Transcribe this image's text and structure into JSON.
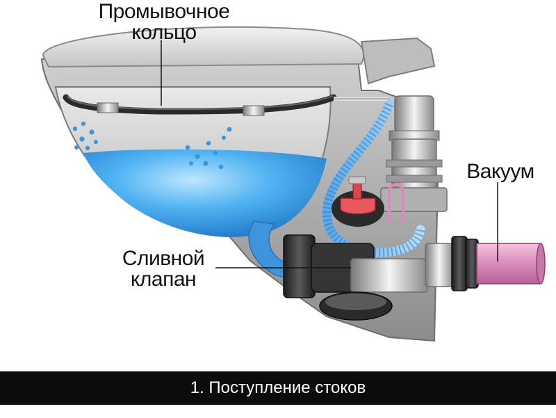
{
  "labels": {
    "flush_ring_line1": "Промывочное",
    "flush_ring_line2": "кольцо",
    "drain_valve_line1": "Сливной",
    "drain_valve_line2": "клапан",
    "vacuum": "Вакуум"
  },
  "caption": "1. Поступление стоков",
  "colors": {
    "water": "#3aa6ec",
    "bowl_shell": "#9a9a9a",
    "pipe_pink": "#d98cb9",
    "caption_bg": "#0c0c0c",
    "caption_text": "#ffffff"
  }
}
